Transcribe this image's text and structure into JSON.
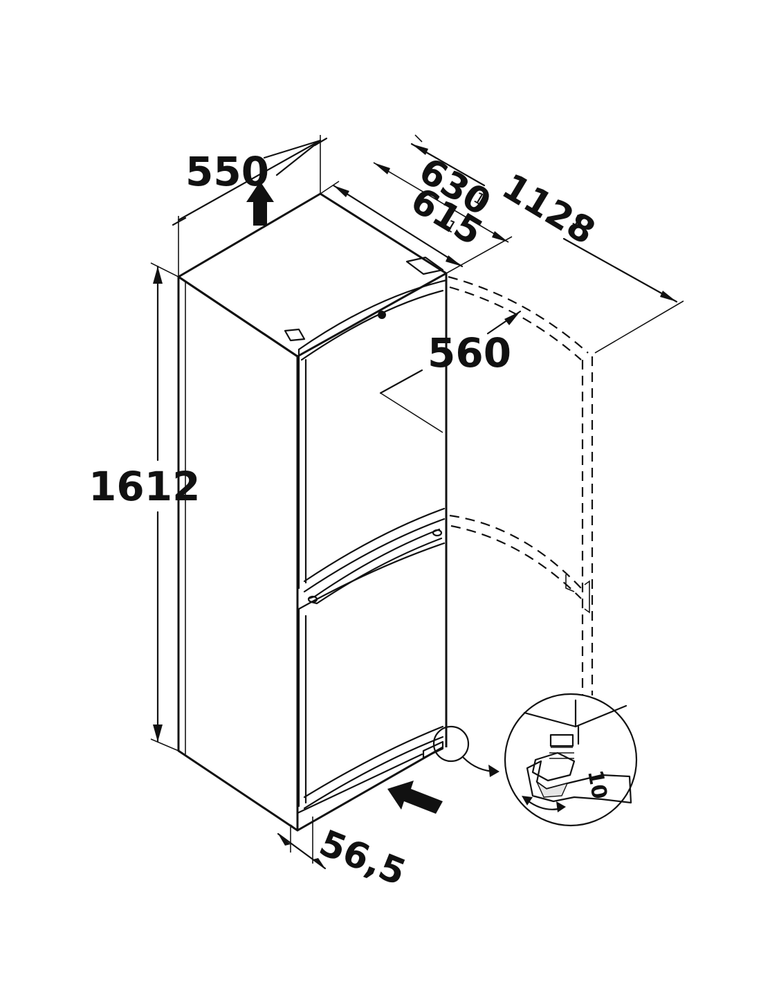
{
  "dimensions": {
    "width": "550",
    "height": "1612",
    "depth_a": "630",
    "depth_b": "615",
    "depth_open_door": "1128",
    "door_open_depth": "560",
    "plinth": "56,5"
  },
  "footnote_marker": "1",
  "wrench_size": "10"
}
